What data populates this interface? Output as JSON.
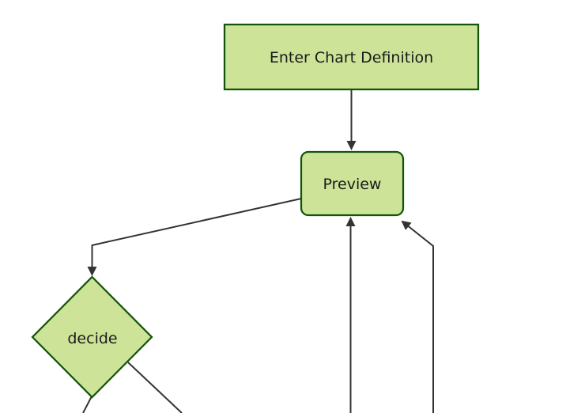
{
  "diagram": {
    "kind": "flowchart",
    "nodes": [
      {
        "id": "enter-chart-definition",
        "label": "Enter Chart Definition",
        "shape": "rectangle"
      },
      {
        "id": "preview",
        "label": "Preview",
        "shape": "rounded-rectangle"
      },
      {
        "id": "decide",
        "label": "decide",
        "shape": "diamond"
      }
    ],
    "edges": [
      {
        "from": "enter-chart-definition",
        "to": "preview",
        "arrow": true
      },
      {
        "from": "preview",
        "to": "decide",
        "arrow": true
      },
      {
        "from": "decide",
        "to": "offscreen-bottom-left",
        "arrow": false
      },
      {
        "from": "decide",
        "to": "offscreen-bottom-right",
        "arrow": false
      },
      {
        "from": "offscreen-bottom",
        "to": "preview",
        "arrow": true
      },
      {
        "from": "offscreen-bottom-right",
        "to": "preview",
        "arrow": true
      }
    ],
    "colors": {
      "node_fill": "#cde498",
      "node_border": "#13540c",
      "edge_line": "#333333",
      "arrowhead": "#333333",
      "text": "#1a1a1a",
      "background": "#ffffff"
    }
  }
}
